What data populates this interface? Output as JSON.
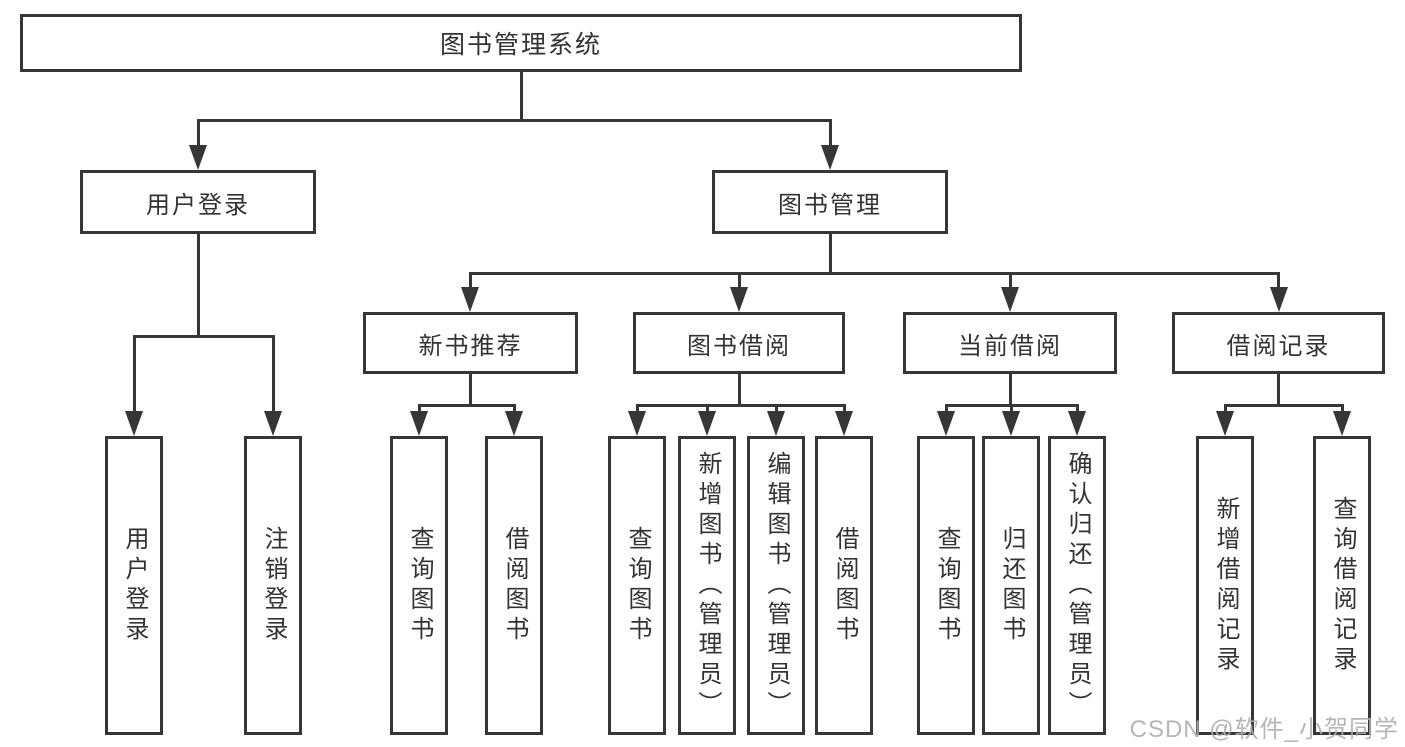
{
  "diagram": {
    "root": {
      "label": "图书管理系统"
    },
    "branches": [
      {
        "label": "用户登录",
        "children": [
          {
            "label": "用户登录"
          },
          {
            "label": "注销登录"
          }
        ]
      },
      {
        "label": "图书管理",
        "children": [
          {
            "label": "新书推荐",
            "children": [
              {
                "label": "查询图书"
              },
              {
                "label": "借阅图书"
              }
            ]
          },
          {
            "label": "图书借阅",
            "children": [
              {
                "label": "查询图书"
              },
              {
                "label": "新增图书（管理员）"
              },
              {
                "label": "编辑图书（管理员）"
              },
              {
                "label": "借阅图书"
              }
            ]
          },
          {
            "label": "当前借阅",
            "children": [
              {
                "label": "查询图书"
              },
              {
                "label": "归还图书"
              },
              {
                "label": "确认归还（管理员）"
              }
            ]
          },
          {
            "label": "借阅记录",
            "children": [
              {
                "label": "新增借阅记录"
              },
              {
                "label": "查询借阅记录"
              }
            ]
          }
        ]
      }
    ]
  },
  "watermark": {
    "text": "CSDN @软件_小贺同学"
  },
  "colors": {
    "line": "#363636",
    "box_border": "#363636",
    "text": "#333333",
    "background": "#ffffff",
    "watermark": "#adadb3"
  }
}
